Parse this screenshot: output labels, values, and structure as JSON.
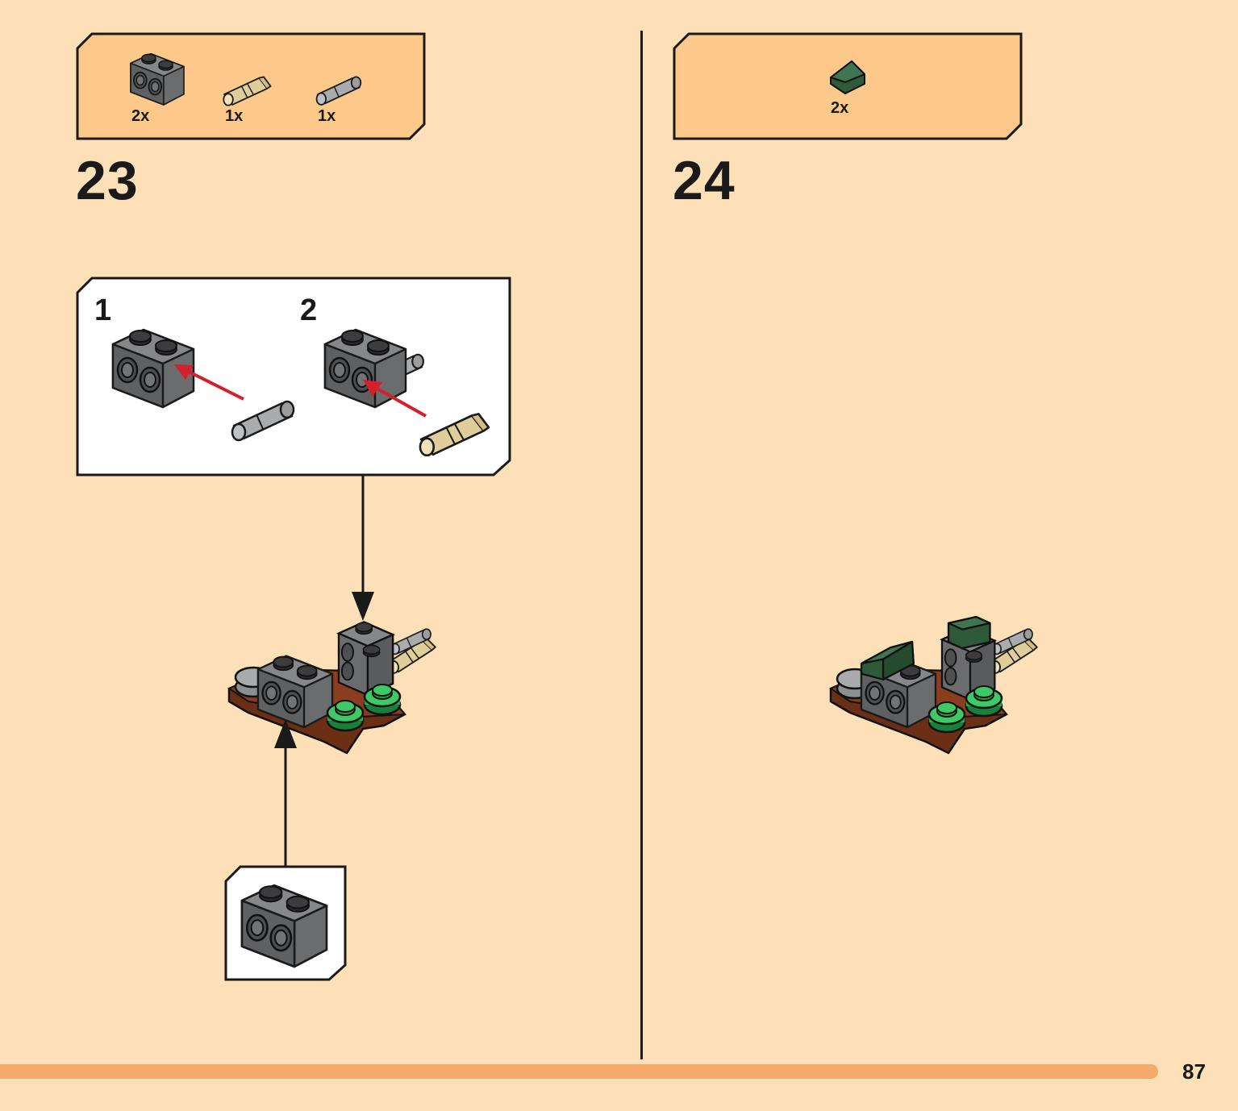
{
  "page": {
    "number": "87"
  },
  "colors": {
    "page_bg": "#fde0b8",
    "parts_box_bg": "#fcc98a",
    "sub_box_bg": "#ffffff",
    "footer_bar": "#f5a96b",
    "arrow_red": "#d4202a",
    "brick_dark_gray": "#6b6c6e",
    "brick_tan": "#e0ce9a",
    "brick_light_gray": "#a9abad",
    "brick_dark_green": "#2e5a3a",
    "brick_bright_green": "#22b04a",
    "plate_brown": "#6b2f16"
  },
  "steps": [
    {
      "number": "23",
      "parts": [
        {
          "qty": "2x",
          "icon": "technic-brick-1x2-dark-gray-icon"
        },
        {
          "qty": "1x",
          "icon": "technic-axle-pin-tan-icon"
        },
        {
          "qty": "1x",
          "icon": "technic-pin-light-gray-icon"
        }
      ],
      "sub_steps": [
        {
          "number": "1"
        },
        {
          "number": "2"
        }
      ]
    },
    {
      "number": "24",
      "parts": [
        {
          "qty": "2x",
          "icon": "slope-brick-dark-green-icon"
        }
      ]
    }
  ]
}
